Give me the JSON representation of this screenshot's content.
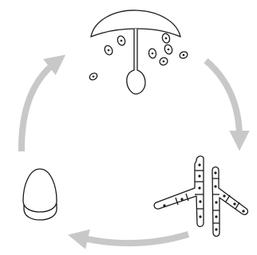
{
  "diagram": {
    "kind": "fungus life cycle",
    "stages": [
      {
        "id": "mushroom",
        "icon": "mushroom-fruiting-body-icon"
      },
      {
        "id": "hyphae",
        "icon": "hyphae-icon"
      },
      {
        "id": "button",
        "icon": "mushroom-button-icon"
      }
    ],
    "arrows": [
      {
        "from": "mushroom",
        "to": "hyphae"
      },
      {
        "from": "hyphae",
        "to": "button"
      },
      {
        "from": "button",
        "to": "mushroom"
      }
    ],
    "colors": {
      "arrow": "#c8c8c8",
      "outline": "#1a1a1a",
      "fill": "#ffffff"
    }
  }
}
